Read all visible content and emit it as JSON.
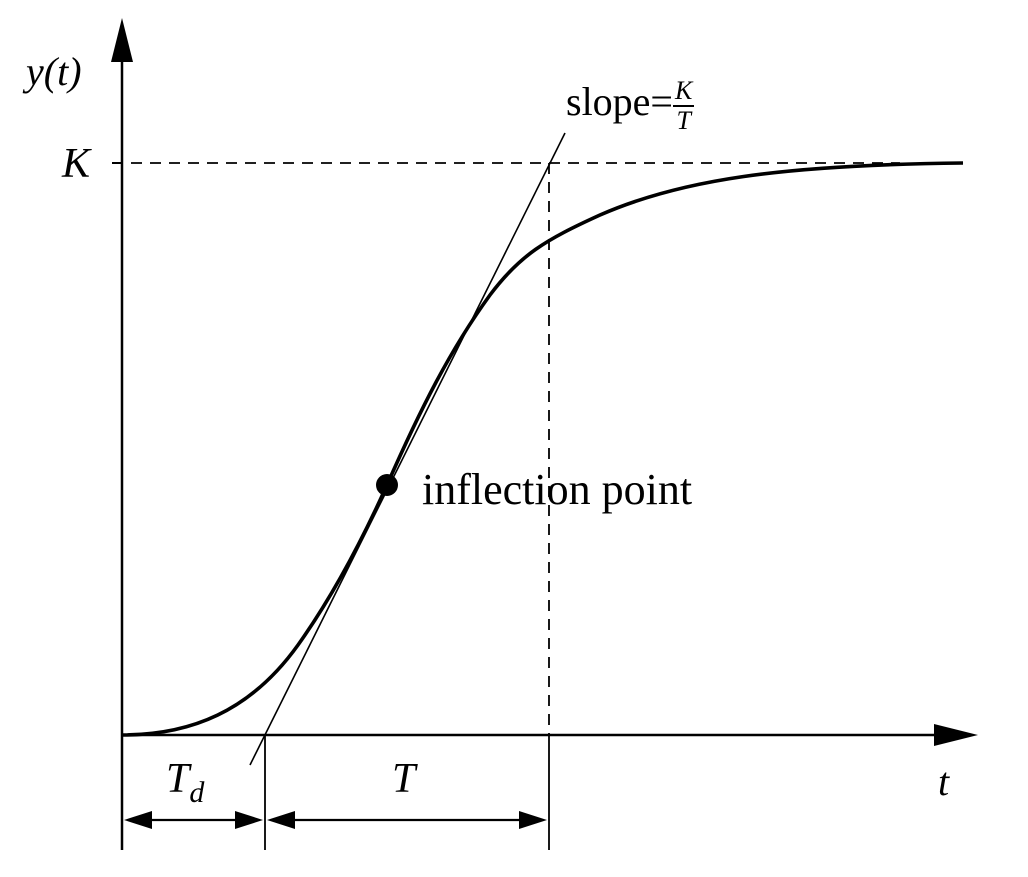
{
  "diagram": {
    "y_axis_label": "y(t)",
    "x_axis_label": "t",
    "k_level_label": "K",
    "slope_label": {
      "prefix": "slope=",
      "numerator": "K",
      "denominator": "T"
    },
    "inflection_label": "inflection point",
    "dead_time_label": {
      "main": "T",
      "sub": "d"
    },
    "time_constant_label": "T"
  }
}
